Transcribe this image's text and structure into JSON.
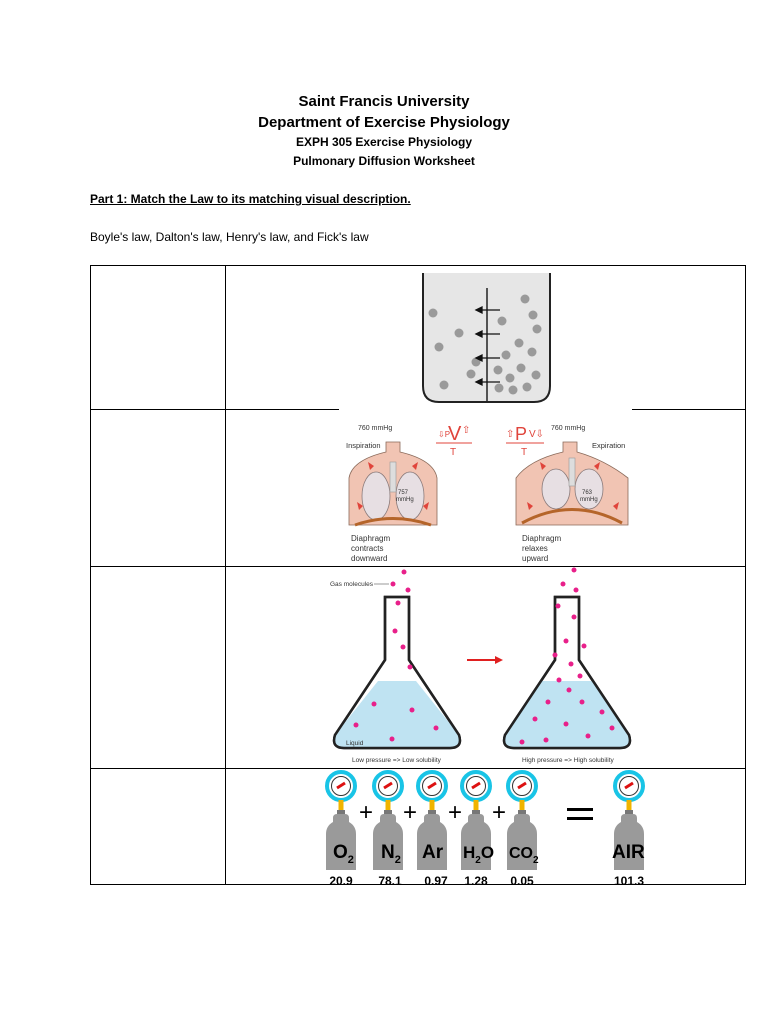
{
  "header": {
    "university": "Saint Francis University",
    "department": "Department of Exercise Physiology",
    "course": "EXPH 305 Exercise Physiology",
    "worksheet": "Pulmonary Diffusion Worksheet"
  },
  "part1": {
    "instruction": "Part 1: Match the Law to its matching visual description.",
    "laws": "Boyle's law, Dalton's law, Henry's law, and Fick's law"
  },
  "figures": {
    "boyle": {
      "left_pressure": "760 mmHg",
      "right_pressure": "760 mmHg",
      "left_label": "Inspiration",
      "right_label": "Expiration",
      "left_lung_pressure_value": "757",
      "left_lung_pressure_unit": "mmHg",
      "right_lung_pressure_value": "763",
      "right_lung_pressure_unit": "mmHg",
      "left_diaphragm": [
        "Diaphragm",
        "contracts",
        "downward"
      ],
      "right_diaphragm": [
        "Diaphragm",
        "relaxes",
        "upward"
      ]
    },
    "henry": {
      "gas_label": "Gas molecules",
      "liquid_label": "Liquid",
      "left_caption": "Low pressure => Low solubility",
      "right_caption": "High pressure => High solubility"
    },
    "dalton": {
      "gases": [
        {
          "name": "O",
          "sub": "2",
          "value": "20.9"
        },
        {
          "name": "N",
          "sub": "2",
          "value": "78.1"
        },
        {
          "name": "Ar",
          "sub": "",
          "value": "0.97"
        },
        {
          "name": "H",
          "sub": "2",
          "name2": "O",
          "value": "1.28"
        },
        {
          "name": "CO",
          "sub": "2",
          "value": "0.05"
        }
      ],
      "total": {
        "name": "AIR",
        "value": "101.3"
      }
    }
  },
  "table": {
    "answers": [
      "",
      "",
      "",
      ""
    ]
  }
}
